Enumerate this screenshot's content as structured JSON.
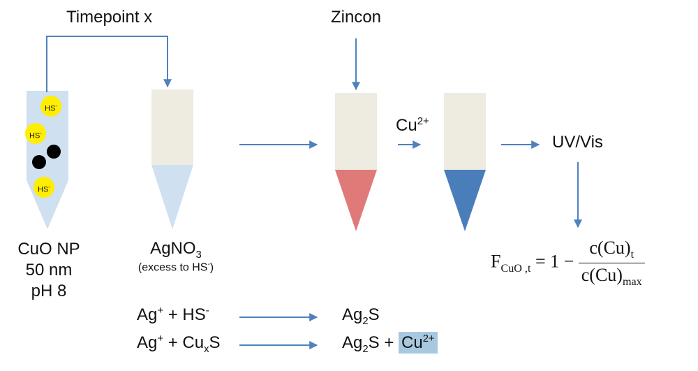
{
  "labels": {
    "timepoint": "Timepoint x",
    "zincon": "Zincon",
    "cu2plus": "Cu",
    "cu2plus_sup": "2+",
    "uvvis": "UV/Vis",
    "cuo_line1": "CuO NP",
    "cuo_line2": "50 nm",
    "cuo_line3": "pH 8",
    "agno3": "AgNO",
    "agno3_sub": "3",
    "excess": "(excess to HS",
    "excess_sup": "-",
    "excess_end": ")"
  },
  "hs_label": "HS",
  "hs_sup": "-",
  "reactions": [
    {
      "left_a": "Ag",
      "left_a_sup": "+",
      "plus": " + ",
      "left_b": "HS",
      "left_b_sup": "-",
      "right": "Ag",
      "right_sub": "2",
      "right_end": "S"
    },
    {
      "left_a": "Ag",
      "left_a_sup": "+",
      "plus": " + ",
      "left_b": "Cu",
      "left_b_sub": "x",
      "left_b_end": "S",
      "right": "Ag",
      "right_sub": "2",
      "right_end": "S",
      "right_plus": " + ",
      "highlight": "Cu",
      "highlight_sup": "2+"
    }
  ],
  "formula": {
    "f": "F",
    "f_sub": "CuO ,t",
    "eq": " = 1 − ",
    "num": "c(Cu)",
    "num_sub": "t",
    "den": "c(Cu)",
    "den_sub": "max"
  },
  "colors": {
    "arrow": "#4f81bd",
    "tube_light": "#cfe0f0",
    "tube_top": "#eeece1",
    "tube_red": "#e07a78",
    "tube_blue": "#4a7ebb",
    "yellow": "#ffee00",
    "highlight": "#a8c8e0"
  }
}
